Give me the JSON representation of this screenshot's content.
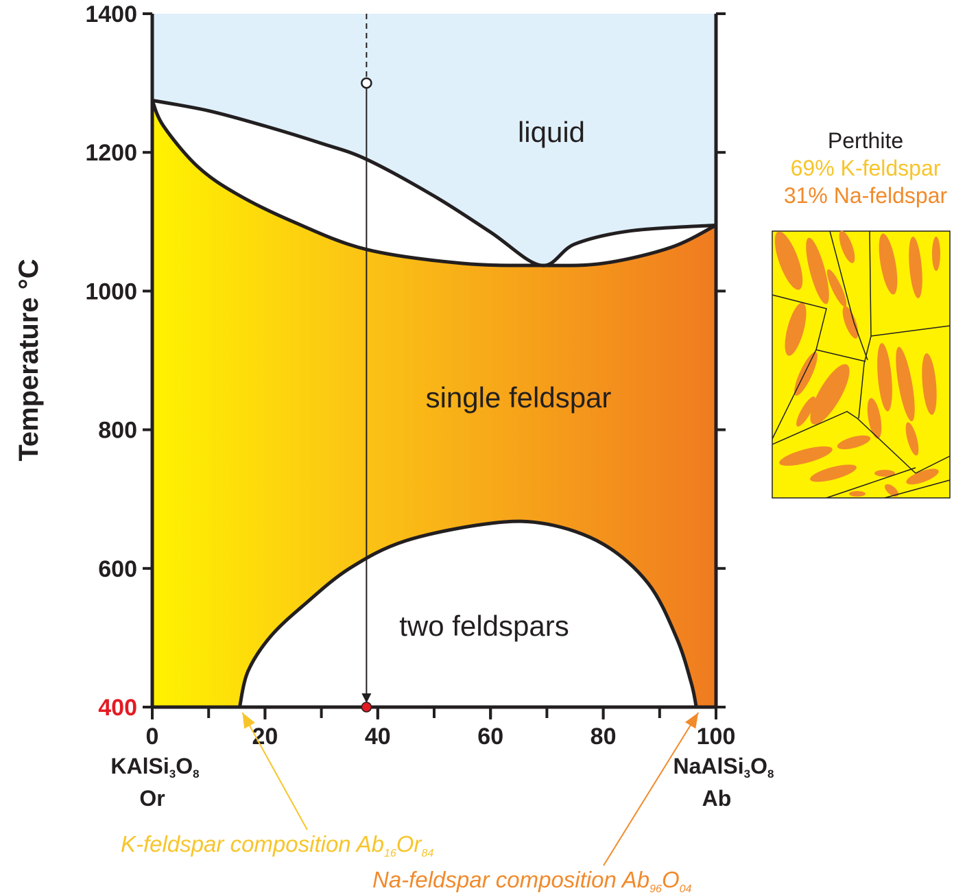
{
  "chart_data": {
    "type": "phase-diagram",
    "ylabel": "Temperature °C",
    "ylim": [
      400,
      1400
    ],
    "xlim": [
      0,
      100
    ],
    "x_ticks": [
      "0",
      "20",
      "40",
      "60",
      "80",
      "100"
    ],
    "y_ticks": [
      "400",
      "600",
      "800",
      "1000",
      "1200",
      "1400"
    ],
    "highlight_tick": {
      "label": "400",
      "color": "#e31b23"
    },
    "x_end_labels": {
      "left": {
        "formula_main": "KAlSi",
        "formula_sub1": "3",
        "formula_mid": "O",
        "formula_sub2": "8",
        "name": "Or"
      },
      "right": {
        "formula_main": "NaAlSi",
        "formula_sub1": "3",
        "formula_mid": "O",
        "formula_sub2": "8",
        "name": "Ab"
      }
    },
    "regions": {
      "liquid": "liquid",
      "single": "single feldspar",
      "two": "two feldspars"
    },
    "boundaries": {
      "liquidus": [
        [
          0,
          1275
        ],
        [
          10,
          1260
        ],
        [
          20,
          1238
        ],
        [
          30,
          1213
        ],
        [
          38,
          1190
        ],
        [
          50,
          1137
        ],
        [
          60,
          1085
        ],
        [
          69,
          1037
        ],
        [
          75,
          1068
        ],
        [
          85,
          1087
        ],
        [
          100,
          1095
        ]
      ],
      "solidus": [
        [
          0,
          1275
        ],
        [
          2,
          1238
        ],
        [
          8,
          1180
        ],
        [
          15,
          1140
        ],
        [
          25,
          1100
        ],
        [
          38,
          1060
        ],
        [
          55,
          1040
        ],
        [
          69,
          1037
        ],
        [
          80,
          1040
        ],
        [
          92,
          1063
        ],
        [
          100,
          1095
        ]
      ],
      "solvus": [
        [
          15.5,
          400
        ],
        [
          17,
          452
        ],
        [
          21,
          502
        ],
        [
          27,
          548
        ],
        [
          35,
          600
        ],
        [
          45,
          640
        ],
        [
          60,
          665
        ],
        [
          70,
          664
        ],
        [
          80,
          635
        ],
        [
          88,
          578
        ],
        [
          93,
          500
        ],
        [
          95.6,
          435
        ],
        [
          96.5,
          400
        ]
      ]
    },
    "cooling_path": {
      "x": 38,
      "start_T": 1300,
      "end_T": 400,
      "dashed_to_T": 1400
    },
    "annotations": {
      "k_feldspar": {
        "x": 15.5,
        "text_main": "K-feldspar composition Ab",
        "sub1": "16",
        "text_mid": "Or",
        "sub2": "84",
        "color": "#f7c52b"
      },
      "na_feldspar": {
        "x": 96.5,
        "text_main": "Na-feldspar composition Ab",
        "sub1": "96",
        "text_mid": "O",
        "sub2": "04",
        "color": "#f18a2b"
      }
    }
  },
  "perthite": {
    "title": "Perthite",
    "line1": "69% K-feldspar",
    "line2": "31% Na-feldspar",
    "colors": {
      "k": "#f7c52b",
      "na": "#f18a2b",
      "fill": "#fff200",
      "lamellae": "#f18a2b"
    }
  },
  "colors": {
    "liquid_fill": "#dff0fb",
    "gradient_left": "#fff200",
    "gradient_mid": "#fcc614",
    "gradient_right": "#f07b20",
    "line": "#231f20"
  }
}
